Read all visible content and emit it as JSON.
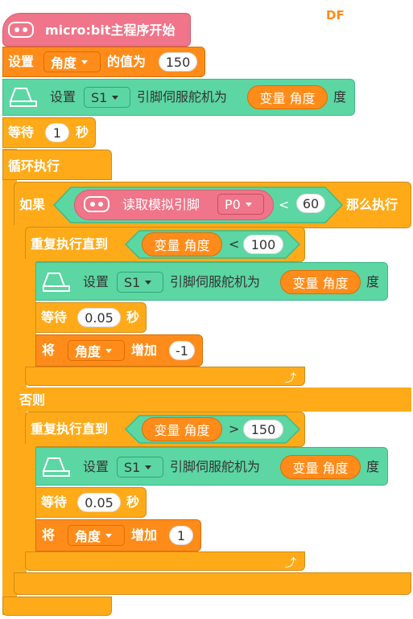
{
  "watermark": "DF",
  "start": {
    "label": "micro:bit主程序开始"
  },
  "set_var": {
    "prefix": "设置",
    "var": "角度",
    "mid": "的值为",
    "value": "150"
  },
  "servo1": {
    "prefix": "设置",
    "pin": "S1",
    "mid": "引脚伺服舵机为",
    "var": "变量 角度",
    "suffix": "度"
  },
  "wait1": {
    "prefix": "等待",
    "value": "1",
    "suffix": "秒"
  },
  "loop": {
    "label": "循环执行"
  },
  "if_block": {
    "if_label": "如果",
    "read_label": "读取模拟引脚",
    "pin": "P0",
    "op": "<",
    "value": "60",
    "then_label": "那么执行",
    "else_label": "否则"
  },
  "repeat1": {
    "label": "重复执行直到",
    "var": "变量 角度",
    "op": "<",
    "value": "100",
    "servo": {
      "prefix": "设置",
      "pin": "S1",
      "mid": "引脚伺服舵机为",
      "var": "变量 角度",
      "suffix": "度"
    },
    "wait": {
      "prefix": "等待",
      "value": "0.05",
      "suffix": "秒"
    },
    "change": {
      "prefix": "将",
      "var": "角度",
      "mid": "增加",
      "value": "-1"
    }
  },
  "repeat2": {
    "label": "重复执行直到",
    "var": "变量 角度",
    "op": ">",
    "value": "150",
    "servo": {
      "prefix": "设置",
      "pin": "S1",
      "mid": "引脚伺服舵机为",
      "var": "变量 角度",
      "suffix": "度"
    },
    "wait": {
      "prefix": "等待",
      "value": "0.05",
      "suffix": "秒"
    },
    "change": {
      "prefix": "将",
      "var": "角度",
      "mid": "增加",
      "value": "1"
    }
  },
  "colors": {
    "control": "#ffab19",
    "variable": "#ff8c1a",
    "servo": "#5cd6a3",
    "microbit": "#f0758a",
    "watermark": "#ff8c1a"
  }
}
